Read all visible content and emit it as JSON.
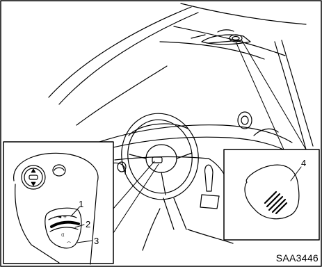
{
  "figure": {
    "reference_code": "SAA3446",
    "callouts": [
      {
        "id": "1",
        "part": "steering-wheel-switch-upper"
      },
      {
        "id": "2",
        "part": "steering-wheel-switch-middle"
      },
      {
        "id": "3",
        "part": "steering-wheel-switch-lower"
      },
      {
        "id": "4",
        "part": "overhead-microphone"
      }
    ],
    "line_color": "#000000",
    "background_color": "#ffffff"
  }
}
